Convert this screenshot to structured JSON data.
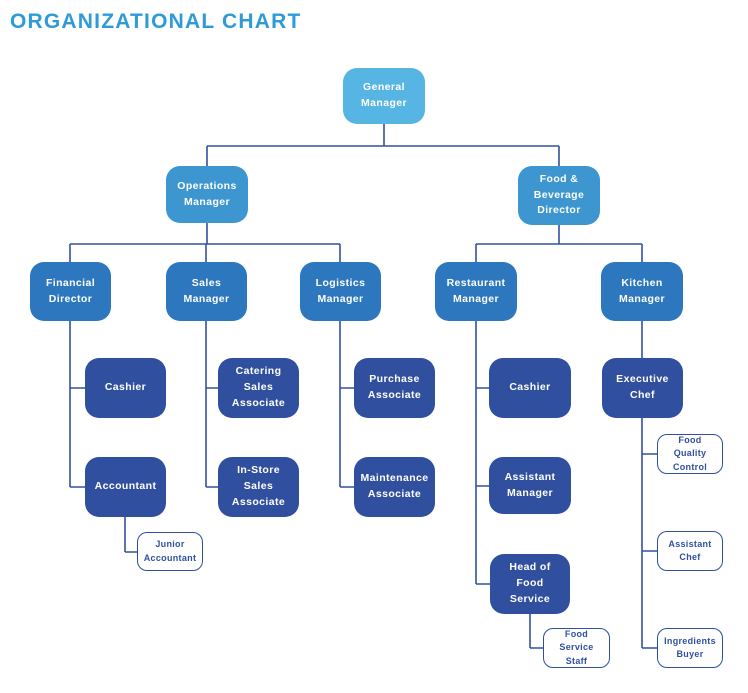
{
  "title": "ORGANIZATIONAL CHART",
  "colors": {
    "title_text": "#2E9BD6",
    "level1_box": "#56B5E3",
    "level2_box": "#3E96D1",
    "level3_box": "#2C77BE",
    "level4_box": "#30509F",
    "outline_box_border": "#30509F",
    "box_text": "#FFFFFF",
    "connector_line": "#33519E",
    "background": "#FFFFFF"
  },
  "org": {
    "nodes": [
      {
        "id": "general-manager",
        "label": "General\nManager",
        "reports_to": null
      },
      {
        "id": "operations-manager",
        "label": "Operations\nManager",
        "reports_to": "general-manager"
      },
      {
        "id": "food-beverage-director",
        "label": "Food &\nBeverage\nDirector",
        "reports_to": "general-manager"
      },
      {
        "id": "financial-director",
        "label": "Financial\nDirector",
        "reports_to": "operations-manager"
      },
      {
        "id": "sales-manager",
        "label": "Sales\nManager",
        "reports_to": "operations-manager"
      },
      {
        "id": "logistics-manager",
        "label": "Logistics\nManager",
        "reports_to": "operations-manager"
      },
      {
        "id": "restaurant-manager",
        "label": "Restaurant\nManager",
        "reports_to": "food-beverage-director"
      },
      {
        "id": "kitchen-manager",
        "label": "Kitchen\nManager",
        "reports_to": "food-beverage-director"
      },
      {
        "id": "cashier-finance",
        "label": "Cashier",
        "reports_to": "financial-director"
      },
      {
        "id": "accountant",
        "label": "Accountant",
        "reports_to": "financial-director"
      },
      {
        "id": "junior-accountant",
        "label": "Junior\nAccountant",
        "reports_to": "accountant"
      },
      {
        "id": "catering-sales-associate",
        "label": "Catering\nSales\nAssociate",
        "reports_to": "sales-manager"
      },
      {
        "id": "in-store-sales-associate",
        "label": "In-Store\nSales\nAssociate",
        "reports_to": "sales-manager"
      },
      {
        "id": "purchase-associate",
        "label": "Purchase\nAssociate",
        "reports_to": "logistics-manager"
      },
      {
        "id": "maintenance-associate",
        "label": "Maintenance\nAssociate",
        "reports_to": "logistics-manager"
      },
      {
        "id": "cashier-restaurant",
        "label": "Cashier",
        "reports_to": "restaurant-manager"
      },
      {
        "id": "assistant-manager",
        "label": "Assistant\nManager",
        "reports_to": "restaurant-manager"
      },
      {
        "id": "head-of-food-service",
        "label": "Head of\nFood\nService",
        "reports_to": "restaurant-manager"
      },
      {
        "id": "food-service-staff",
        "label": "Food\nService\nStaff",
        "reports_to": "head-of-food-service"
      },
      {
        "id": "executive-chef",
        "label": "Executive\nChef",
        "reports_to": "kitchen-manager"
      },
      {
        "id": "food-quality-control",
        "label": "Food\nQuality\nControl",
        "reports_to": "executive-chef"
      },
      {
        "id": "assistant-chef",
        "label": "Assistant\nChef",
        "reports_to": "executive-chef"
      },
      {
        "id": "ingredients-buyer",
        "label": "Ingredients\nBuyer",
        "reports_to": "executive-chef"
      }
    ]
  }
}
